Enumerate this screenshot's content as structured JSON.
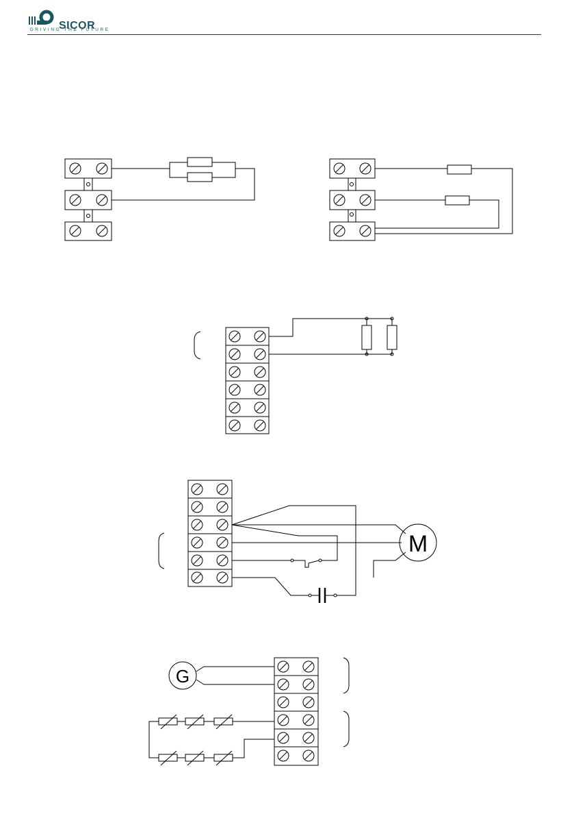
{
  "header": {
    "page_number": "",
    "logo_text": "SICOR",
    "logo_tagline": "DRIVING THE FUTURE"
  },
  "diagrams": {
    "motor_label": "M",
    "generator_label": "G"
  },
  "colors": {
    "logo": "#1a5560",
    "lines": "#000000"
  }
}
